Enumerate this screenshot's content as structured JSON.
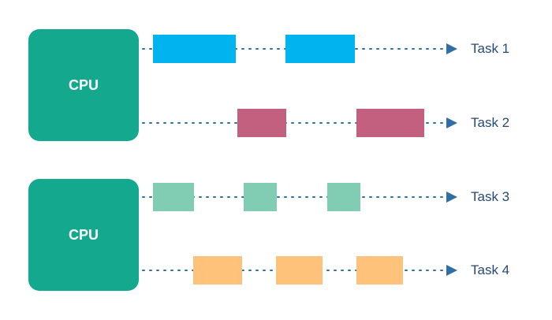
{
  "colors": {
    "cpu": "#14a88f",
    "line": "#2f6fa3",
    "task1": "#00b4ef",
    "task2": "#c4607f",
    "task3": "#80cdb4",
    "task4": "#ffc27a",
    "label": "#274a73"
  },
  "cpus": [
    {
      "label": "CPU"
    },
    {
      "label": "CPU"
    }
  ],
  "tasks": [
    {
      "label": "Task 1",
      "color_key": "task1",
      "cpu": 0
    },
    {
      "label": "Task 2",
      "color_key": "task2",
      "cpu": 0
    },
    {
      "label": "Task 3",
      "color_key": "task3",
      "cpu": 1
    },
    {
      "label": "Task 4",
      "color_key": "task4",
      "cpu": 1
    }
  ]
}
